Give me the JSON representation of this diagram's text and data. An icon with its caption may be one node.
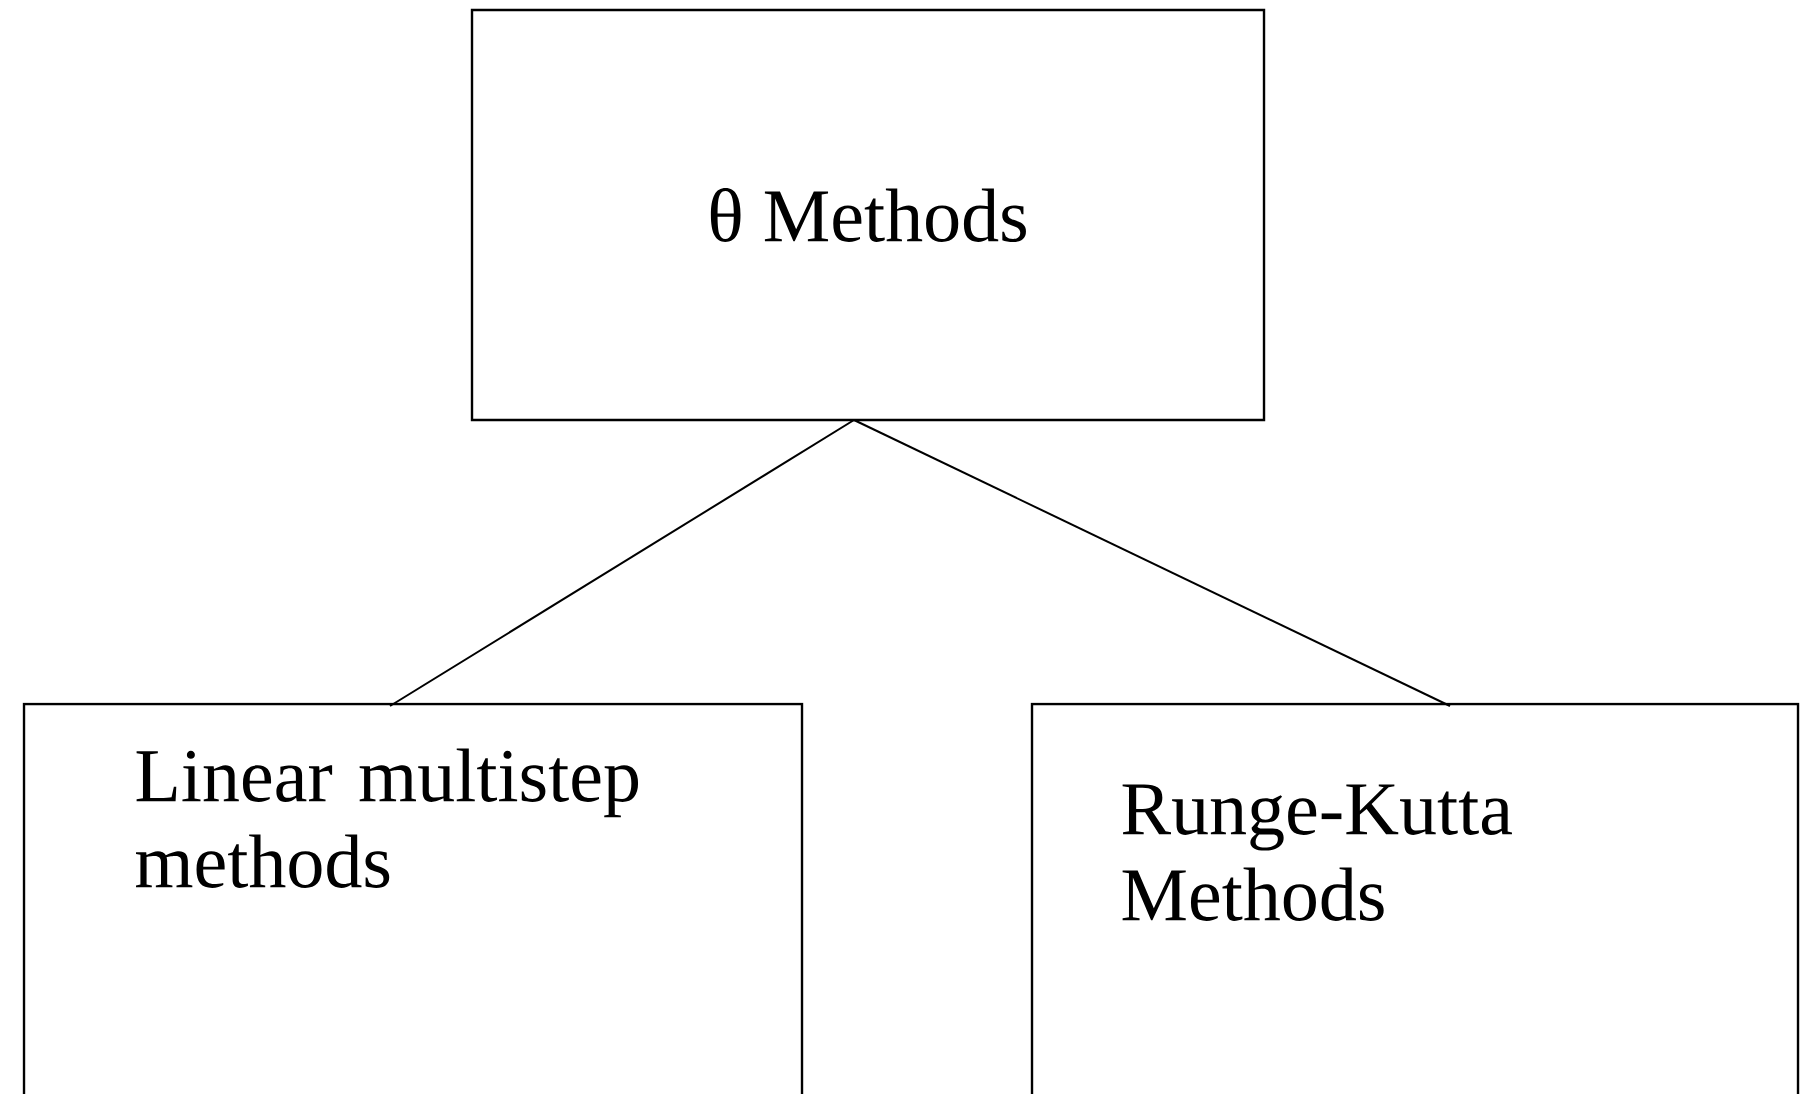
{
  "diagram": {
    "nodes": [
      {
        "text": [
          "θ Methods"
        ]
      },
      {
        "text": [
          "Linear multistep methods"
        ]
      },
      {
        "text": [
          "Runge-Kutta Methods"
        ]
      }
    ],
    "edges": [
      {
        "from": 0,
        "to": 1,
        "arrow": "none"
      },
      {
        "from": 0,
        "to": 2,
        "arrow": "none"
      }
    ]
  }
}
